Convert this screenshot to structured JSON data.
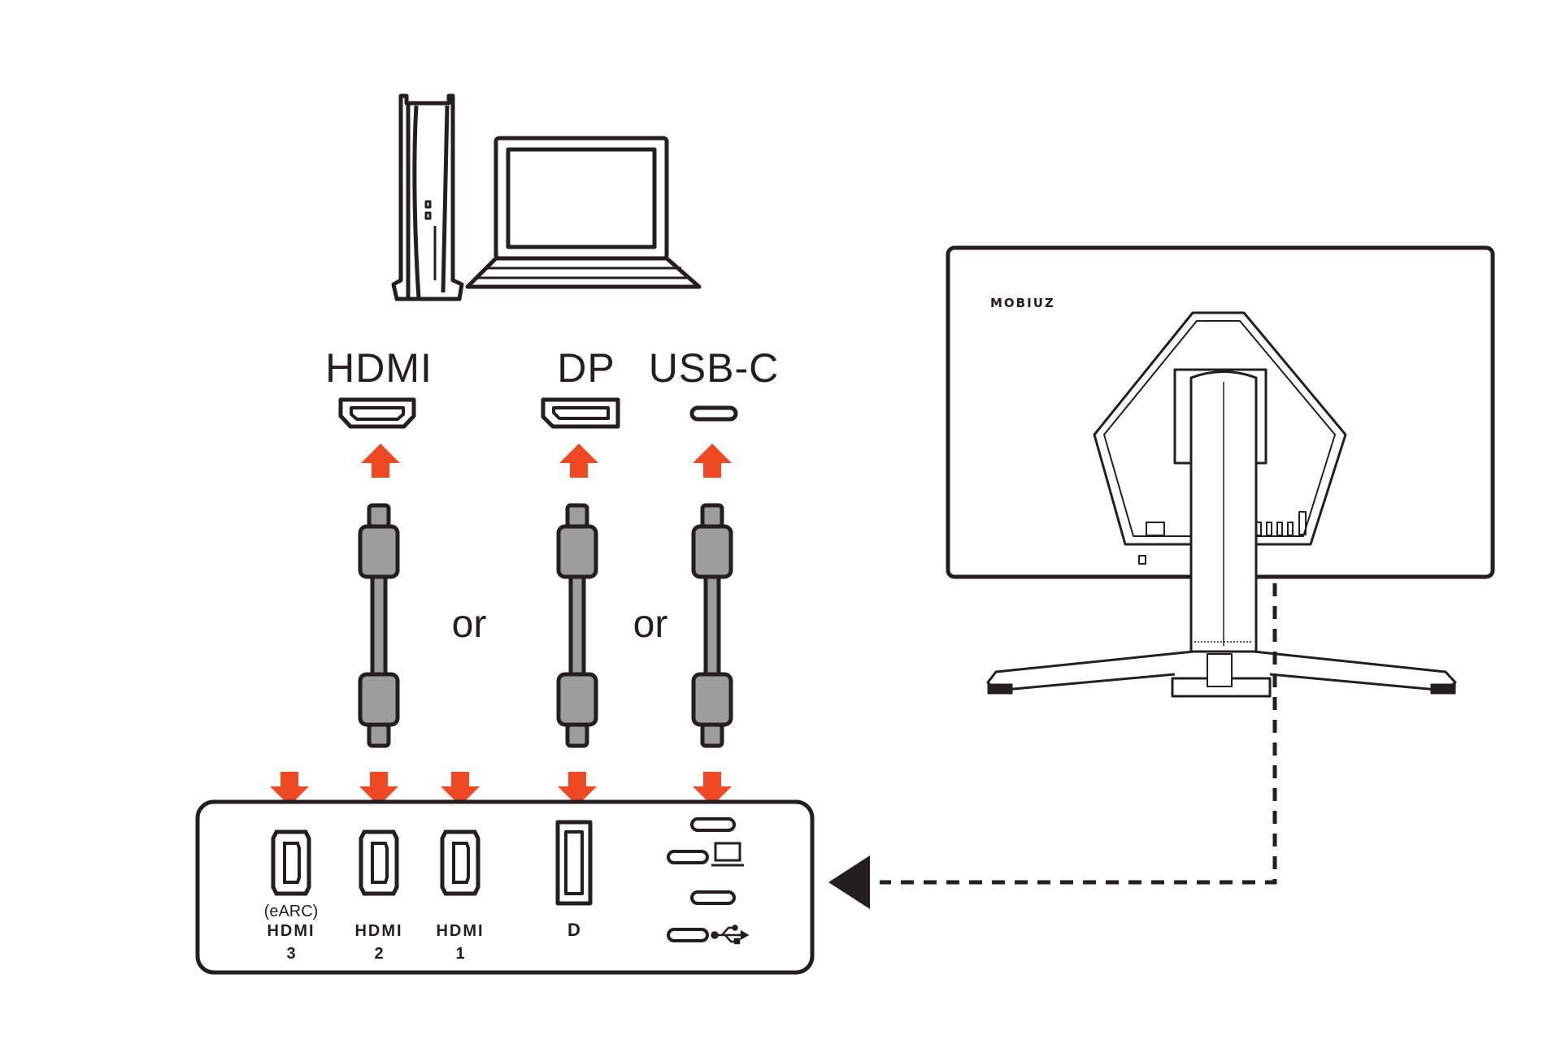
{
  "labels": {
    "hdmi": "HDMI",
    "dp": "DP",
    "usbc": "USB-C",
    "or1": "or",
    "or2": "or"
  },
  "ports": {
    "hdmi3_note": "(eARC)",
    "hdmi3_logo": "HDMI",
    "hdmi3_num": "3",
    "hdmi2_logo": "HDMI",
    "hdmi2_num": "2",
    "hdmi1_logo": "HDMI",
    "hdmi1_num": "1",
    "dp_logo": "D"
  },
  "monitor": {
    "brand": "MOBIUZ"
  },
  "colors": {
    "arrow": "#ef4923",
    "line": "#231f20",
    "cable": "#9d9d9d"
  }
}
